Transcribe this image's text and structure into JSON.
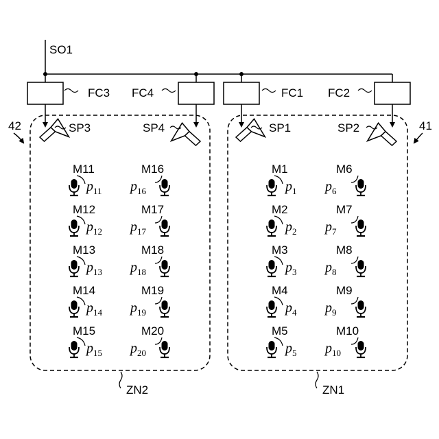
{
  "signal": {
    "label": "SO1"
  },
  "filters": [
    {
      "id": "fc3",
      "label": "FC3"
    },
    {
      "id": "fc4",
      "label": "FC4"
    },
    {
      "id": "fc1",
      "label": "FC1"
    },
    {
      "id": "fc2",
      "label": "FC2"
    }
  ],
  "speakers": [
    {
      "id": "sp3",
      "label": "SP3"
    },
    {
      "id": "sp4",
      "label": "SP4"
    },
    {
      "id": "sp1",
      "label": "SP1"
    },
    {
      "id": "sp2",
      "label": "SP2"
    }
  ],
  "zones": [
    {
      "id": "zn2",
      "label": "ZN2",
      "ref": "42"
    },
    {
      "id": "zn1",
      "label": "ZN1",
      "ref": "41"
    }
  ],
  "mics": {
    "zn2_left": [
      {
        "m": "M11",
        "p": "11"
      },
      {
        "m": "M12",
        "p": "12"
      },
      {
        "m": "M13",
        "p": "13"
      },
      {
        "m": "M14",
        "p": "14"
      },
      {
        "m": "M15",
        "p": "15"
      }
    ],
    "zn2_right": [
      {
        "m": "M16",
        "p": "16"
      },
      {
        "m": "M17",
        "p": "17"
      },
      {
        "m": "M18",
        "p": "18"
      },
      {
        "m": "M19",
        "p": "19"
      },
      {
        "m": "M20",
        "p": "20"
      }
    ],
    "zn1_left": [
      {
        "m": "M1",
        "p": "1"
      },
      {
        "m": "M2",
        "p": "2"
      },
      {
        "m": "M3",
        "p": "3"
      },
      {
        "m": "M4",
        "p": "4"
      },
      {
        "m": "M5",
        "p": "5"
      }
    ],
    "zn1_right": [
      {
        "m": "M6",
        "p": "6"
      },
      {
        "m": "M7",
        "p": "7"
      },
      {
        "m": "M8",
        "p": "8"
      },
      {
        "m": "M9",
        "p": "9"
      },
      {
        "m": "M10",
        "p": "10"
      }
    ]
  },
  "point_prefix": "p"
}
